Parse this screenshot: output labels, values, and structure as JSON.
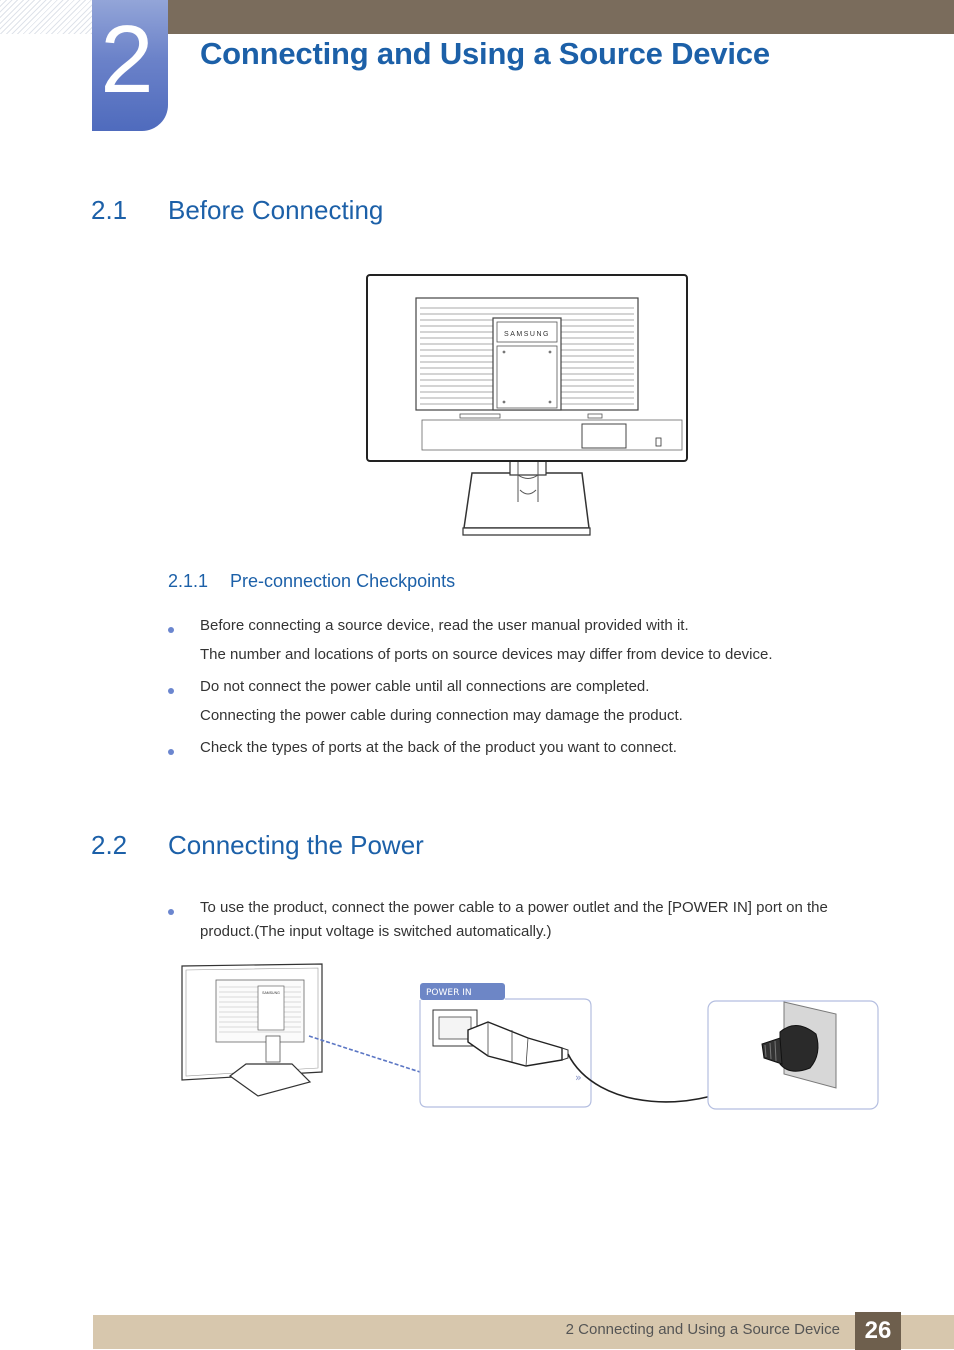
{
  "header": {
    "chapter_number": "2",
    "chapter_title": "Connecting and Using a Source Device"
  },
  "section_2_1": {
    "number": "2.1",
    "title": "Before Connecting",
    "monitor_brand": "SAMSUNG"
  },
  "section_2_1_1": {
    "number": "2.1.1",
    "title": "Pre-connection Checkpoints",
    "items": [
      {
        "text": "Before connecting a source device, read the user manual provided with it.",
        "note": "The number and locations of ports on source devices may differ from device to device."
      },
      {
        "text": "Do not connect the power cable until all connections are completed.",
        "note": "Connecting the power cable during connection may damage the product."
      },
      {
        "text": "Check the types of ports at the back of the product you want to connect."
      }
    ]
  },
  "section_2_2": {
    "number": "2.2",
    "title": "Connecting the Power",
    "items": [
      {
        "line1": "To use the product, connect the power cable to a power outlet and the [POWER IN] port on the",
        "line2": "product.(The input voltage is switched automatically.)"
      }
    ],
    "port_label": "POWER IN",
    "monitor_brand": "SAMSUNG"
  },
  "footer": {
    "text": "2 Connecting and Using a Source Device",
    "page_number": "26"
  },
  "colors": {
    "heading_blue": "#1c60a8",
    "top_bar": "#7a6c5c",
    "footer_bar": "#d7c7ad",
    "page_box": "#6e5f4d",
    "bullet": "#6b86cf",
    "chapter_tab": "#5b76c4"
  }
}
